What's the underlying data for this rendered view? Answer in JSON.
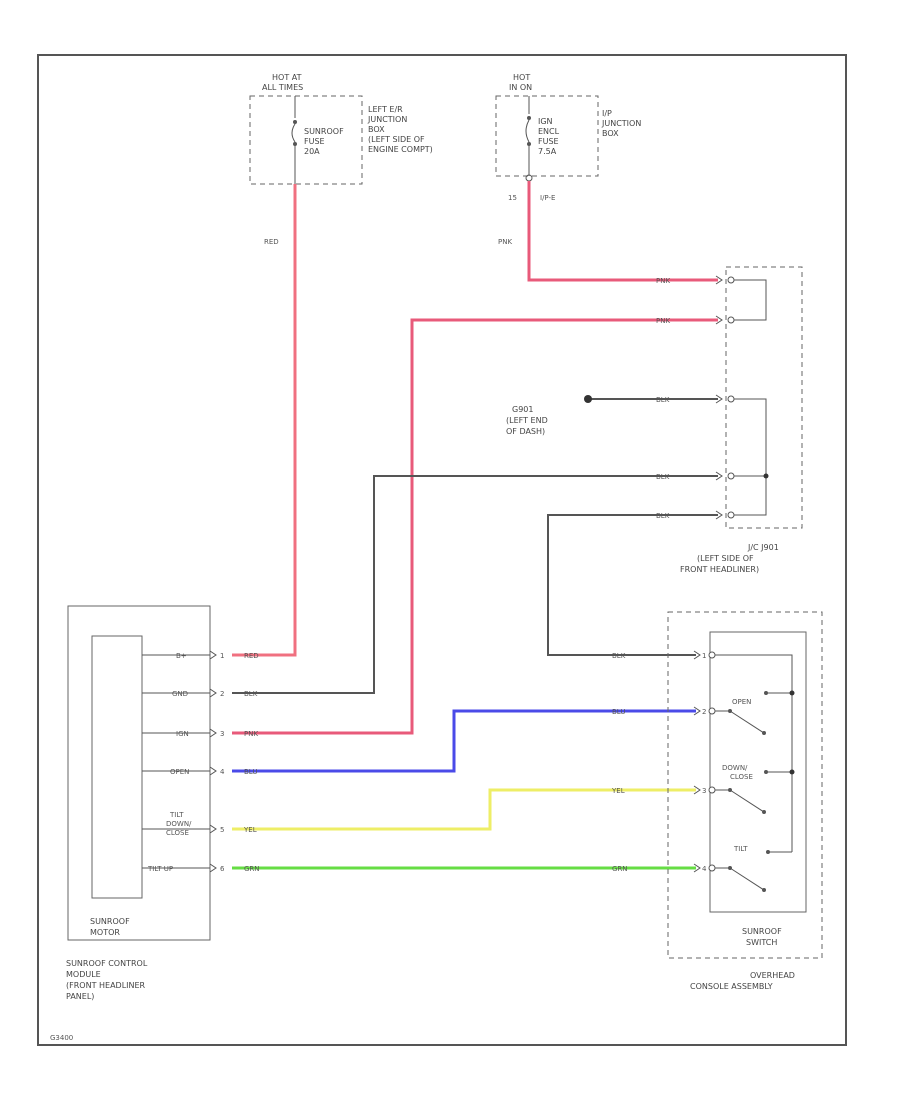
{
  "fuse_box_left": {
    "header": [
      "HOT AT",
      "ALL TIMES"
    ],
    "fuse": [
      "SUNROOF",
      "FUSE",
      "20A"
    ],
    "location": [
      "LEFT E/R",
      "JUNCTION",
      "BOX",
      "(LEFT SIDE OF",
      "ENGINE COMPT)"
    ]
  },
  "fuse_box_right": {
    "header": [
      "HOT",
      "IN ON"
    ],
    "fuse": [
      "IGN",
      "ENCL",
      "FUSE",
      "7.5A"
    ],
    "location": [
      "I/P",
      "JUNCTION",
      "BOX"
    ],
    "pin_left": "15",
    "pin_right": "I/P-E"
  },
  "ground": {
    "label": [
      "G901",
      "(LEFT END",
      "OF DASH)"
    ]
  },
  "jc_connector": {
    "label": [
      "J/C J901",
      "(LEFT SIDE OF",
      "FRONT HEADLINER)"
    ]
  },
  "control_module": {
    "motor_label": [
      "SUNROOF",
      "MOTOR"
    ],
    "label": [
      "SUNROOF CONTROL",
      "MODULE",
      "(FRONT HEADLINER",
      "PANEL)"
    ],
    "pins": [
      {
        "name": "B+",
        "num": "1"
      },
      {
        "name": "GND",
        "num": "2"
      },
      {
        "name": "IGN",
        "num": "3"
      },
      {
        "name": "OPEN",
        "num": "4"
      },
      {
        "name": "TILT DOWN/ CLOSE",
        "num": "5"
      },
      {
        "name": "TILT UP",
        "num": "6"
      }
    ]
  },
  "switch_assembly": {
    "switch_label": [
      "SUNROOF",
      "SWITCH"
    ],
    "label": [
      "OVERHEAD",
      "CONSOLE ASSEMBLY"
    ],
    "contacts": [
      "OPEN",
      "DOWN/ CLOSE",
      "TILT"
    ],
    "pins": [
      "1",
      "2",
      "3",
      "4"
    ]
  },
  "wires": {
    "red": "RED",
    "pnk": "PNK",
    "blk": "BLK",
    "blu": "BLU",
    "yel": "YEL",
    "grn": "GRN"
  },
  "colors": {
    "red": "#f07080",
    "pnk": "#e85a7a",
    "blk": "#555555",
    "blu": "#4a4ae8",
    "yel": "#eeee66",
    "grn": "#66dd44"
  },
  "footer": {
    "code": "G3400"
  }
}
